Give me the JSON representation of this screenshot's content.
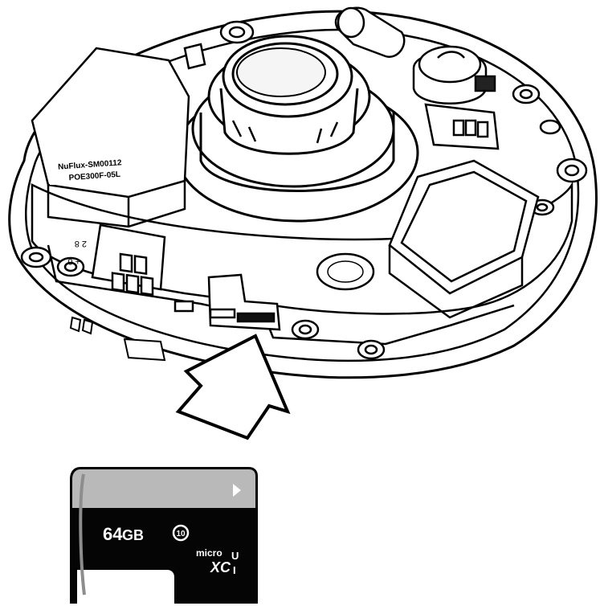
{
  "camera": {
    "board_label_line1": "NuFlux-SM00112",
    "board_label_line2": "POE300F-05L",
    "sd_slot_marks": "2 8",
    "slot_polarity": "+ 0"
  },
  "memory_card": {
    "capacity_number": "64",
    "capacity_unit": "GB",
    "speed_class": "10",
    "brand_line1": "micro",
    "brand_line2": "XC",
    "uhs_mark_top": "U",
    "uhs_mark_bottom": "I",
    "colors": {
      "card_top": "#b9b9b9",
      "card_body": "#050505",
      "text": "#ffffff"
    }
  },
  "arrow": {
    "direction": "insert-up-left",
    "fill": "#ffffff",
    "stroke": "#000000"
  }
}
